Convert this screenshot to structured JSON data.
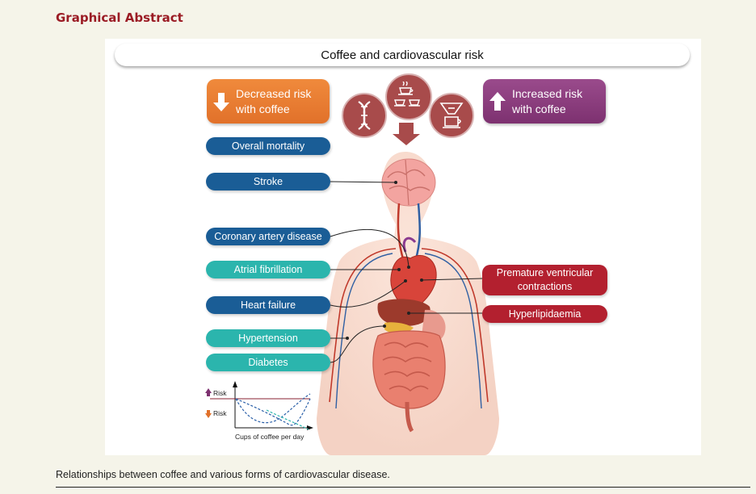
{
  "header": {
    "title": "Graphical Abstract"
  },
  "figure": {
    "title": "Coffee and cardiovascular risk",
    "decreased": {
      "label_line1": "Decreased risk",
      "label_line2": "with coffee",
      "color": "#e57a30"
    },
    "increased": {
      "label_line1": "Increased risk",
      "label_line2": "with coffee",
      "color": "#8a3b7c"
    },
    "decreased_items": [
      {
        "label": "Overall mortality",
        "color": "#1a5d96"
      },
      {
        "label": "Stroke",
        "color": "#1a5d96"
      },
      {
        "label": "Coronary artery disease",
        "color": "#1a5d96"
      },
      {
        "label": "Atrial fibrillation",
        "color": "#2bb5ad"
      },
      {
        "label": "Heart failure",
        "color": "#1a5d96"
      },
      {
        "label": "Hypertension",
        "color": "#2bb5ad"
      },
      {
        "label": "Diabetes",
        "color": "#2bb5ad"
      }
    ],
    "increased_items": [
      {
        "label_line1": "Premature ventricular",
        "label_line2": "contractions",
        "color": "#b3202f"
      },
      {
        "label": "Hyperlipidaemia",
        "color": "#b3202f"
      }
    ],
    "icons": [
      "dna-icon",
      "coffee-cups-icon",
      "coffee-filter-icon"
    ],
    "mini_chart": {
      "risk_up_label": "Risk",
      "risk_down_label": "Risk",
      "xlabel": "Cups of coffee per day"
    }
  },
  "caption": "Relationships between coffee and various forms of cardiovascular disease."
}
